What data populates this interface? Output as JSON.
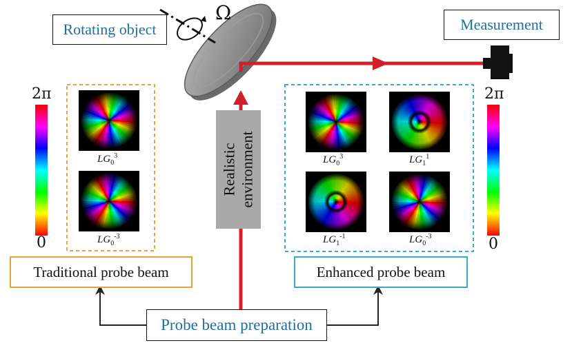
{
  "labels": {
    "rotating_object": "Rotating object",
    "omega": "Ω",
    "measurement": "Measurement",
    "traditional_beam": "Traditional probe beam",
    "enhanced_beam": "Enhanced probe beam",
    "beam_preparation": "Probe beam preparation",
    "environment_line1": "Realistic",
    "environment_line2": "environment"
  },
  "colorbar_left": {
    "max": "2π",
    "min": "0"
  },
  "colorbar_right": {
    "max": "2π",
    "min": "0"
  },
  "traditional_modes": [
    {
      "p": "0",
      "l": "3"
    },
    {
      "p": "0",
      "l": "-3"
    }
  ],
  "enhanced_modes": [
    {
      "p": "0",
      "l": "3"
    },
    {
      "p": "1",
      "l": "1"
    },
    {
      "p": "1",
      "l": "-1"
    },
    {
      "p": "0",
      "l": "-3"
    }
  ],
  "colors": {
    "beam": "#d0202a",
    "traditional_border": "#e8a33d",
    "enhanced_border": "#3aa9c4",
    "label_blue": "#1f6f9a",
    "environment_fill": "#a9a9a9",
    "disk": "#8c8c8c"
  }
}
